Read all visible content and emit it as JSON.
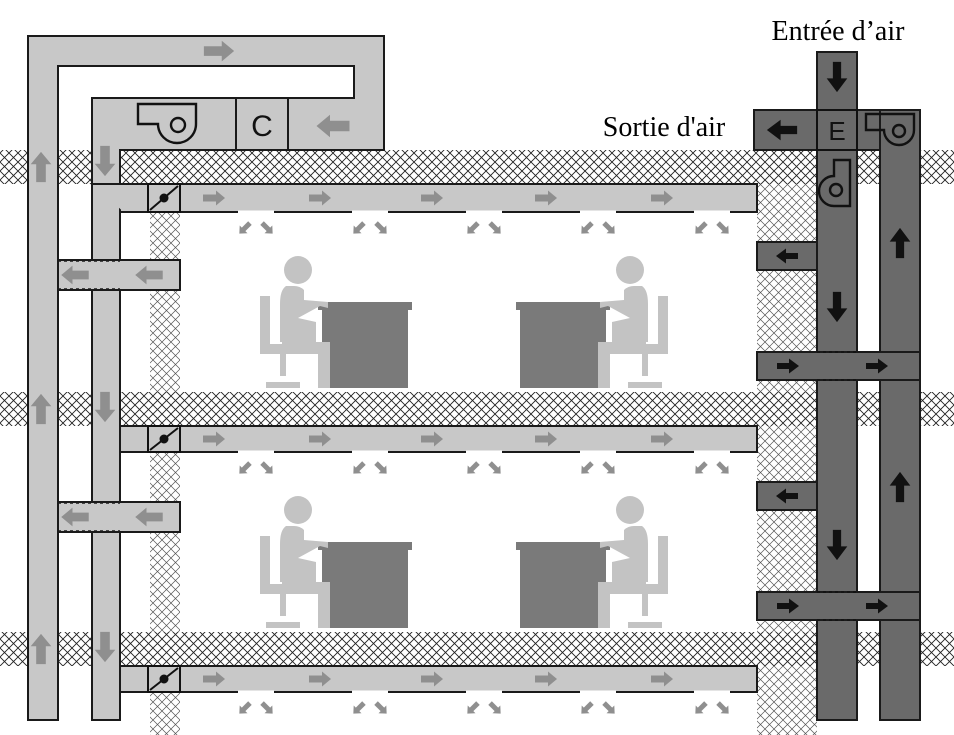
{
  "labels": {
    "air_inlet": "Entrée d’air",
    "air_outlet": "Sortie d'air",
    "heat_exchanger": "E",
    "conditioning_unit": "C"
  },
  "colors": {
    "light_duct": "#c8c8c8",
    "dark_duct": "#6a6a6a",
    "light_arrow": "#8f8f8f",
    "dark_arrow": "#111111",
    "outline": "#1a1a1a",
    "person": "#c3c3c3",
    "desk": "#7a7a7a"
  },
  "icons": {
    "fan": "fan-icon",
    "damper": "damper-icon",
    "person": "seated-person-icon",
    "desk": "desk-icon"
  }
}
